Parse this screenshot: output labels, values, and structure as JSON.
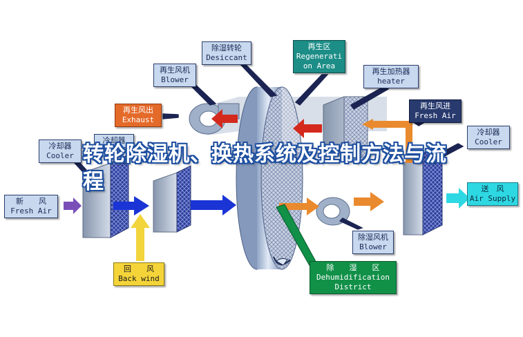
{
  "headline": "转轮除湿机、换热系统及控制方法与流程",
  "labels": {
    "desiccant": {
      "zh": "除湿转轮",
      "en": "Desiccant"
    },
    "regen_area": {
      "zh": "再生区",
      "en": "Regenerati on Area"
    },
    "regen_blower": {
      "zh": "再生风机",
      "en": "Blower"
    },
    "regen_heater": {
      "zh": "再生加热器",
      "en": "heater"
    },
    "regen_exhaust": {
      "zh": "再生风出",
      "en": "Exhaust"
    },
    "regen_fresh_air": {
      "zh": "再生风进",
      "en": "Fresh Air"
    },
    "cooler_left": {
      "zh": "冷却器",
      "en": "Cooler"
    },
    "cooler_mid": {
      "zh": "冷却器",
      "en": ""
    },
    "cooler_right": {
      "zh": "冷却器",
      "en": "Cooler"
    },
    "fresh_air": {
      "zh": "新　　风",
      "en": "Fresh Air"
    },
    "back_wind": {
      "zh": "回　　风",
      "en": "Back wind"
    },
    "supply_air": {
      "zh": "送　风",
      "en": "Air Supply"
    },
    "dehum_blower": {
      "zh": "除湿风机",
      "en": "Blower"
    },
    "dehum_district": {
      "zh": "除　　湿　　区",
      "en": "Dehumidification District"
    }
  },
  "colors": {
    "flow_blue": "#1a34d6",
    "flow_orange": "#ea8a2e",
    "flow_red": "#d42a1e",
    "flow_purple": "#7a4fb8",
    "flow_cyan": "#2ed8e2",
    "flow_yellow": "#f2d43c",
    "unit_gray": "#a9b6c8",
    "coil_blue": "#3a4fb0",
    "wheel_blue": "#b9c8de"
  }
}
